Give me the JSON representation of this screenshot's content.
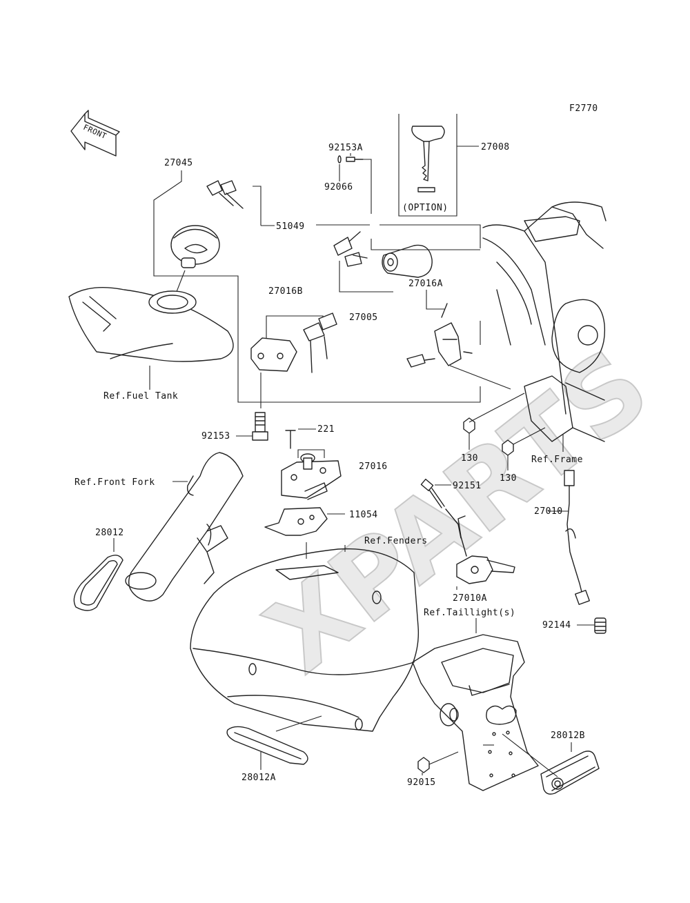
{
  "figure_code": "F2770",
  "orientation_arrow": "FRONT",
  "watermark": "XPARTS",
  "part_labels": {
    "p27045": "27045",
    "p92153A": "92153A",
    "p92066": "92066",
    "p27008": "27008",
    "option": "(OPTION)",
    "p51049": "51049",
    "p27016B": "27016B",
    "p27016A": "27016A",
    "p27005": "27005",
    "p92153": "92153",
    "p221": "221",
    "p27016": "27016",
    "p11054": "11054",
    "p130a": "130",
    "p130b": "130",
    "p92151": "92151",
    "p27010": "27010",
    "p27010A": "27010A",
    "p28012": "28012",
    "p28012A": "28012A",
    "p28012B": "28012B",
    "p92144": "92144",
    "p92015": "92015"
  },
  "reference_labels": {
    "fuel_tank": "Ref.Fuel Tank",
    "front_fork": "Ref.Front Fork",
    "frame": "Ref.Frame",
    "fenders": "Ref.Fenders",
    "taillight": "Ref.Taillight(s)"
  }
}
